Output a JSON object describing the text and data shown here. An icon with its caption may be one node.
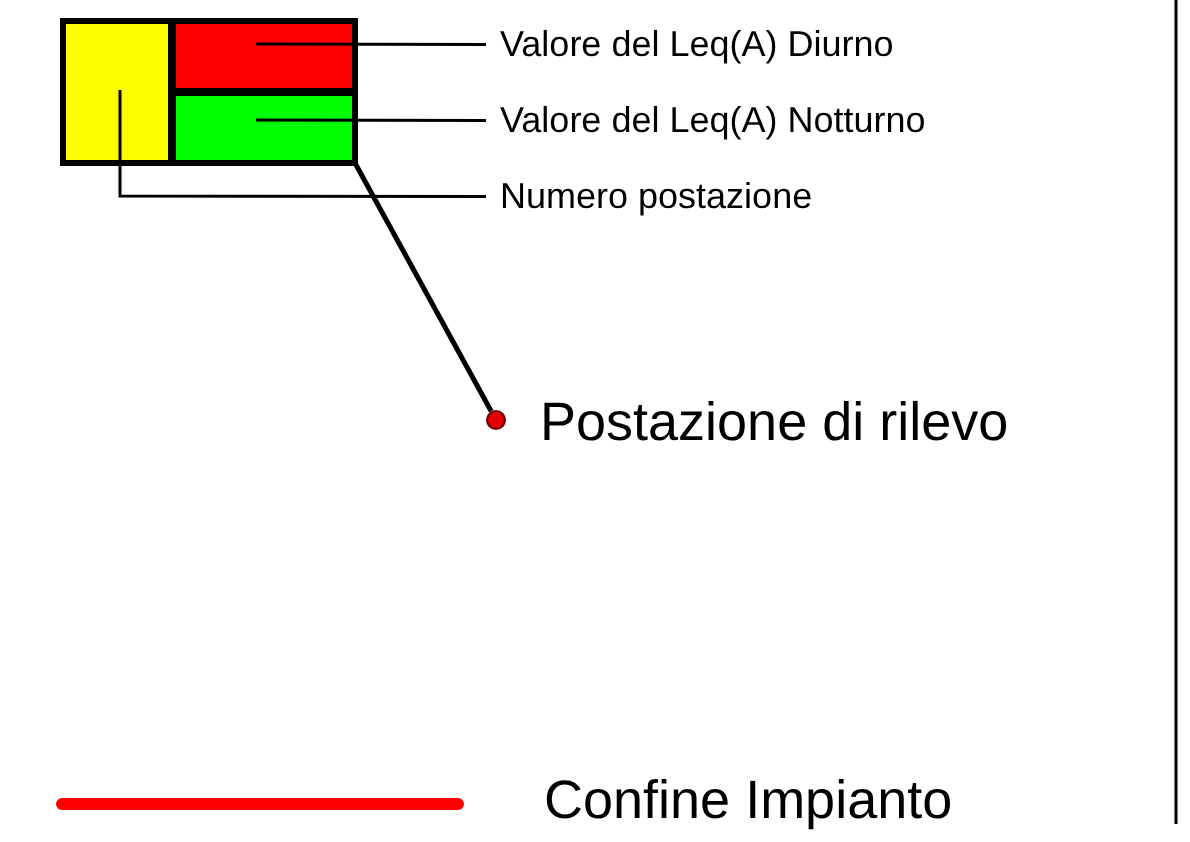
{
  "diagram": {
    "nodes": [
      {
        "text": [],
        "shape": "box"
      },
      {
        "text": [],
        "shape": "box"
      },
      {
        "text": [],
        "shape": "box"
      },
      {
        "text": [
          "Valore del Leq(A) Diurno"
        ]
      },
      {
        "text": [
          "Valore del Leq(A) Notturno"
        ]
      },
      {
        "text": [
          "Numero postazione"
        ]
      },
      {
        "text": [],
        "shape": "circle",
        "beside": [
          "Postazione di rilevo"
        ]
      }
    ],
    "edges": [
      {
        "from": 3,
        "to": 1,
        "arrow": "none"
      },
      {
        "from": 4,
        "to": 2,
        "arrow": "none"
      },
      {
        "from": 5,
        "to": 0,
        "arrow": "none"
      },
      {
        "from": 2,
        "to": 6,
        "arrow": "none"
      }
    ],
    "legend": [
      {
        "text": "Confine Impianto"
      }
    ]
  }
}
